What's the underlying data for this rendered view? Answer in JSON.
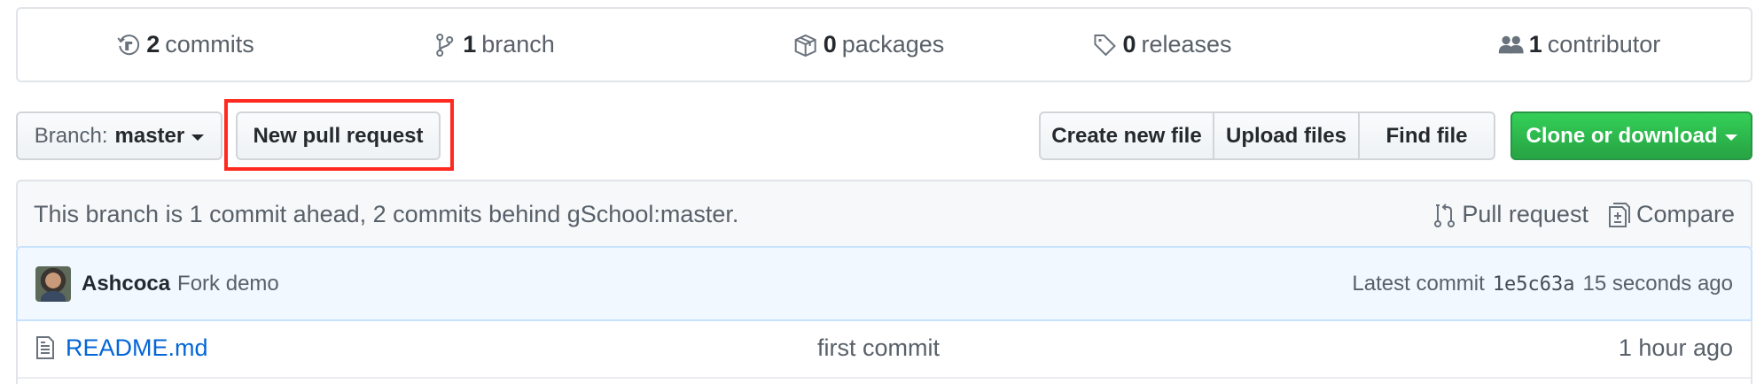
{
  "summary": {
    "commits": {
      "count": "2",
      "label": "commits",
      "icon": "history-icon"
    },
    "branches": {
      "count": "1",
      "label": "branch",
      "icon": "git-branch-icon"
    },
    "packages": {
      "count": "0",
      "label": "packages",
      "icon": "package-icon"
    },
    "releases": {
      "count": "0",
      "label": "releases",
      "icon": "tag-icon"
    },
    "contributors": {
      "count": "1",
      "label": "contributor",
      "icon": "people-icon"
    }
  },
  "toolbar": {
    "branch_prefix": "Branch:",
    "branch_name": "master",
    "new_pull_request": "New pull request",
    "create_new_file": "Create new file",
    "upload_files": "Upload files",
    "find_file": "Find file",
    "clone_or_download": "Clone or download"
  },
  "branch_info": {
    "text": "This branch is 1 commit ahead, 2 commits behind gSchool:master.",
    "pull_request": "Pull request",
    "compare": "Compare"
  },
  "latest_commit": {
    "author": "Ashcoca",
    "message": "Fork demo",
    "label": "Latest commit",
    "sha": "1e5c63a",
    "age": "15 seconds ago"
  },
  "files": [
    {
      "name": "README.md",
      "message": "first commit",
      "age": "1 hour ago",
      "icon": "file-text-icon"
    }
  ],
  "colors": {
    "highlight": "#ff2a1f",
    "primary_green": "#28a745",
    "link_blue": "#0366d6",
    "commit_bar_bg": "#f1f8ff"
  }
}
